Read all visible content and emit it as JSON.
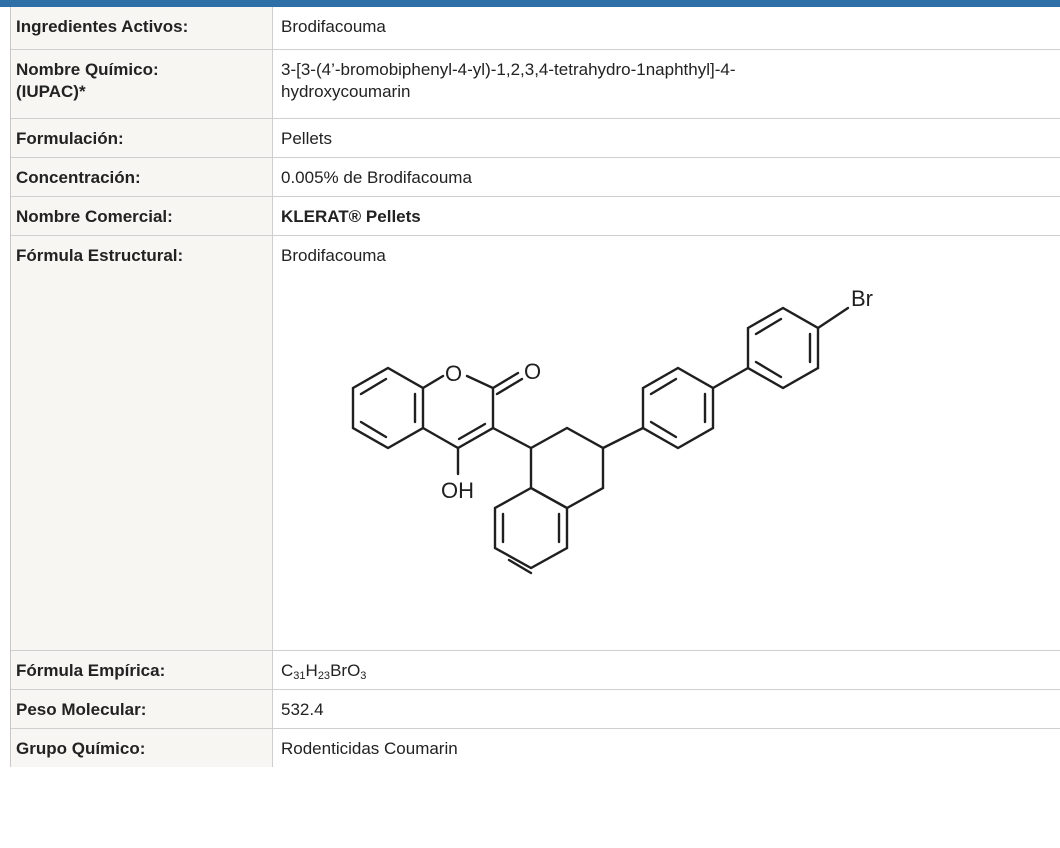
{
  "rows": [
    {
      "label": "Ingredientes Activos:",
      "value": "Brodifacouma"
    },
    {
      "label": "Nombre Químico:",
      "label2": "(IUPAC)*",
      "value": "3-[3-(4’-bromobiphenyl-4-yl)-1,2,3,4-tetrahydro-1naphthyl]-4-",
      "value2": "hydroxycoumarin"
    },
    {
      "label": "Formulación:",
      "value": "Pellets"
    },
    {
      "label": "Concentración:",
      "value": "0.005% de Brodifacouma"
    },
    {
      "label": "Nombre Comercial:",
      "value": "KLERAT® Pellets"
    },
    {
      "label": "Fórmula Estructural:",
      "value": "Brodifacouma",
      "atoms": {
        "oxygen_ring": "O",
        "carbonyl": "O",
        "hydroxyl": "OH",
        "bromine": "Br"
      }
    },
    {
      "label": "Fórmula Empírica:",
      "value": {
        "c": "C",
        "c_n": "31",
        "h": "H",
        "h_n": "23",
        "rest": "BrO",
        "o_n": "3"
      }
    },
    {
      "label": "Peso Molecular:",
      "value": "532.4"
    },
    {
      "label": "Grupo Químico:",
      "value": "Rodenticidas Coumarin"
    }
  ],
  "colors": {
    "header_bar": "#2f6fa8",
    "label_bg": "#f7f6f2",
    "border": "#cfcfcf"
  }
}
